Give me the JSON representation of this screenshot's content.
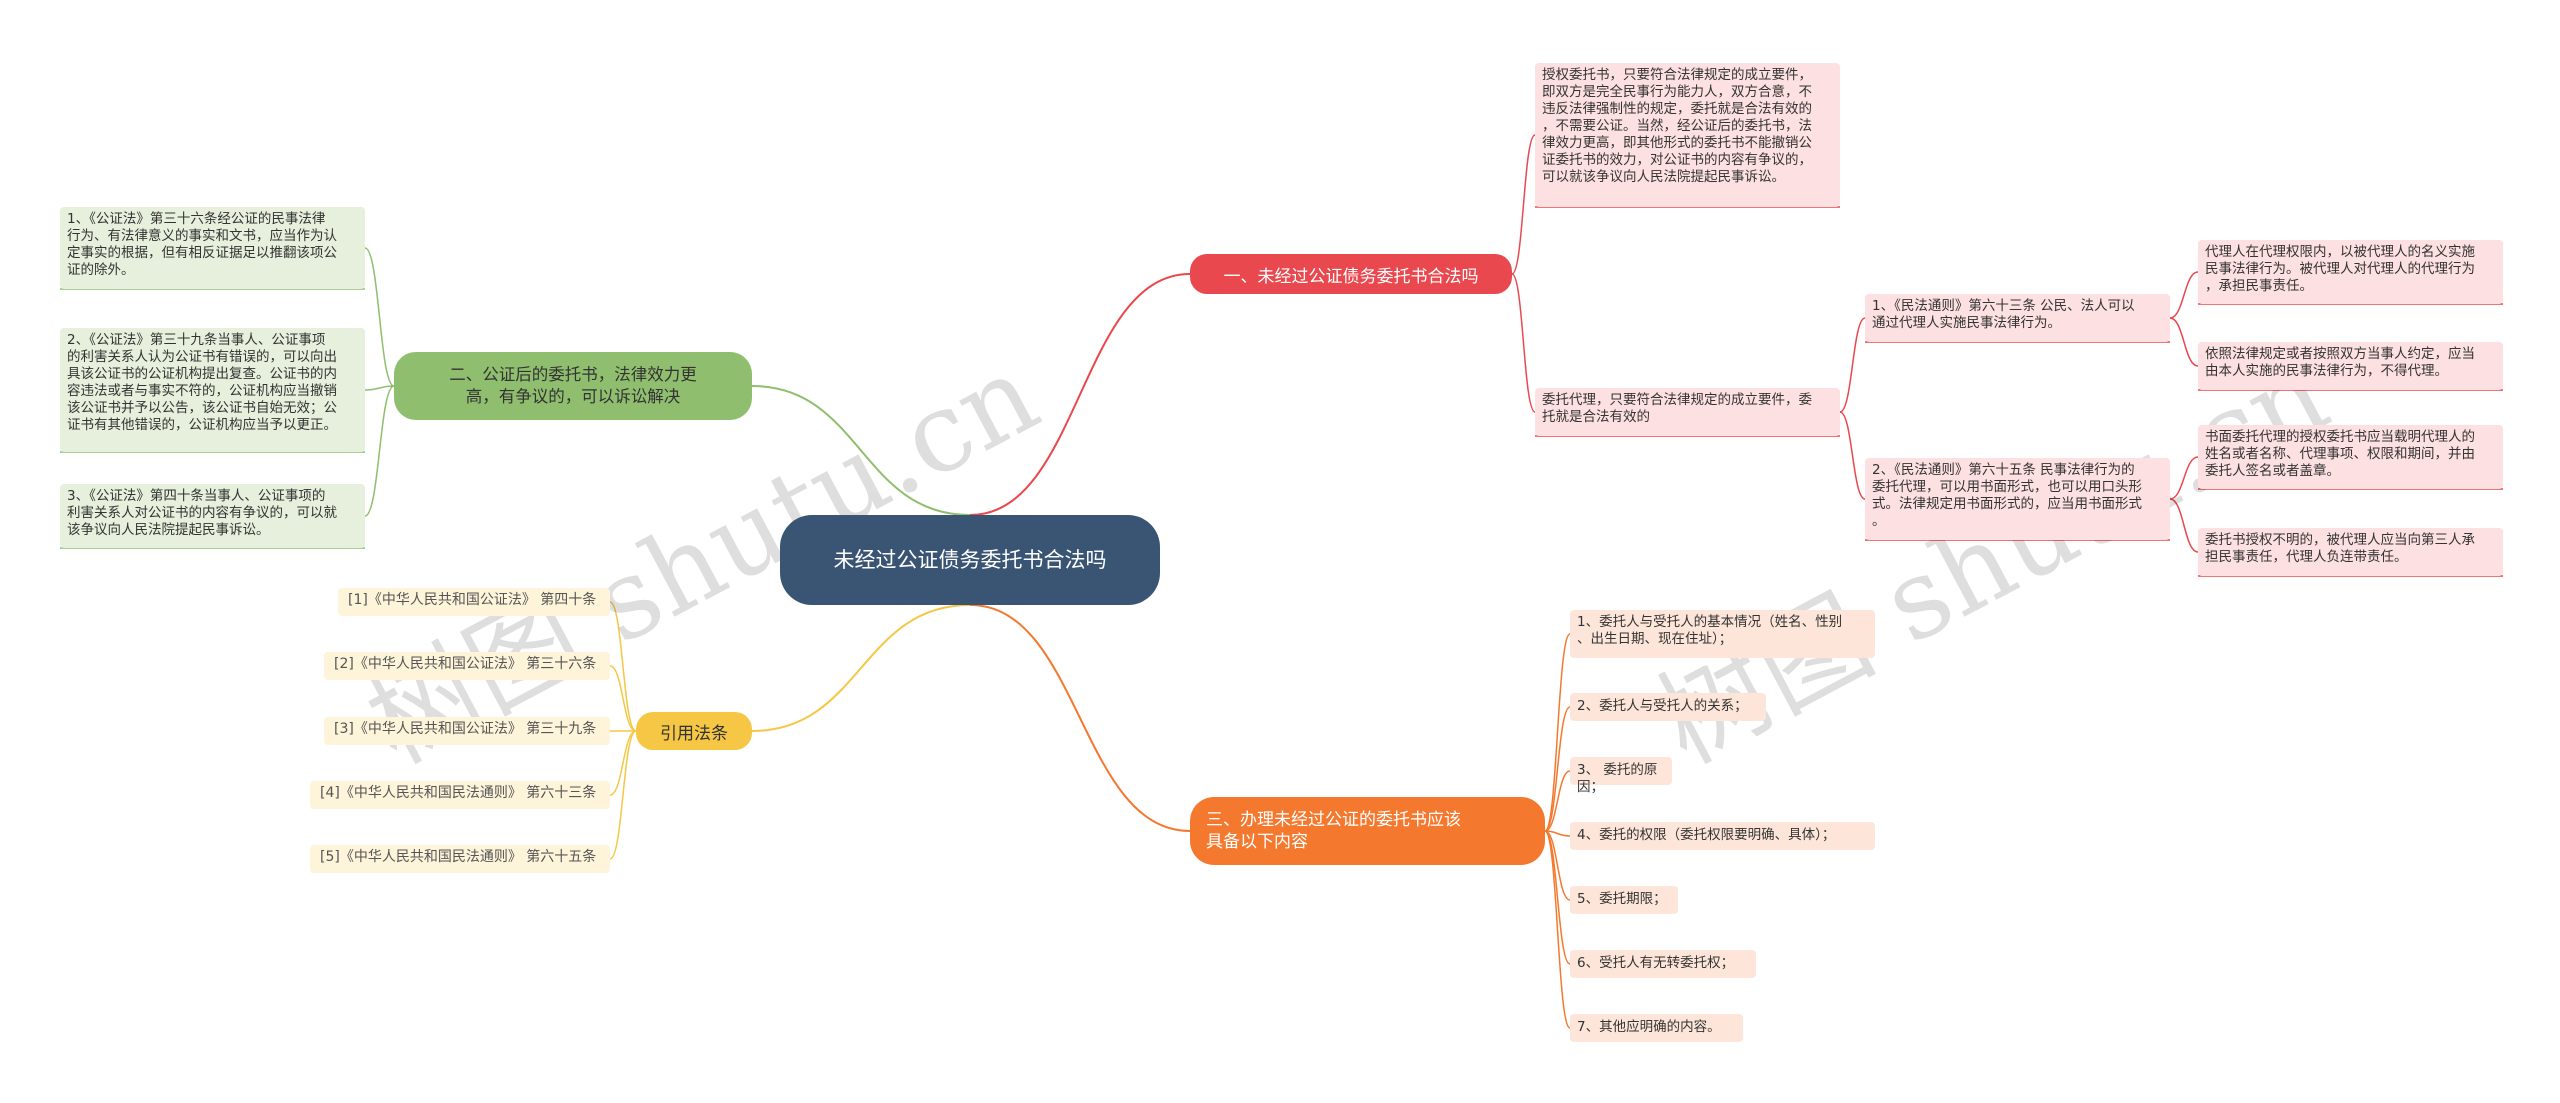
{
  "root": "未经过公证债务委托书合法吗",
  "branch1": {
    "label": "一、未经过公证债务委托书合法吗",
    "leaf_a": [
      "授权委托书，只要符合法律规定的成立要件，",
      "即双方是完全民事行为能力人，双方合意，不",
      "违反法律强制性的规定，委托就是合法有效的",
      "，不需要公证。当然，经公证后的委托书，法",
      "律效力更高，即其他形式的委托书不能撤销公",
      "证委托书的效力，对公证书的内容有争议的，",
      "可以就该争议向人民法院提起民事诉讼。"
    ],
    "leaf_b": [
      "委托代理，只要符合法律规定的成立要件，委",
      "托就是合法有效的"
    ],
    "sub1": [
      "1、《民法通则》第六十三条 公民、法人可以",
      "通过代理人实施民事法律行为。"
    ],
    "sub1_a": [
      "代理人在代理权限内，以被代理人的名义实施",
      "民事法律行为。被代理人对代理人的代理行为",
      "，承担民事责任。"
    ],
    "sub1_b": [
      "依照法律规定或者按照双方当事人约定，应当",
      "由本人实施的民事法律行为，不得代理。"
    ],
    "sub2": [
      "2、《民法通则》第六十五条 民事法律行为的",
      "委托代理，可以用书面形式，也可以用口头形",
      "式。法律规定用书面形式的，应当用书面形式",
      "。"
    ],
    "sub2_a": [
      "书面委托代理的授权委托书应当载明代理人的",
      "姓名或者名称、代理事项、权限和期间，并由",
      "委托人签名或者盖章。"
    ],
    "sub2_b": [
      "委托书授权不明的，被代理人应当向第三人承",
      "担民事责任，代理人负连带责任。"
    ]
  },
  "branch2": {
    "label": [
      "二、公证后的委托书，法律效力更",
      "高，有争议的，可以诉讼解决"
    ],
    "leaves": [
      [
        "1、《公证法》第三十六条经公证的民事法律",
        "行为、有法律意义的事实和文书，应当作为认",
        "定事实的根据，但有相反证据足以推翻该项公",
        "证的除外。"
      ],
      [
        "2、《公证法》第三十九条当事人、公证事项",
        "的利害关系人认为公证书有错误的，可以向出",
        "具该公证书的公证机构提出复查。公证书的内",
        "容违法或者与事实不符的，公证机构应当撤销",
        "该公证书并予以公告，该公证书自始无效；公",
        "证书有其他错误的，公证机构应当予以更正。"
      ],
      [
        "3、《公证法》第四十条当事人、公证事项的",
        "利害关系人对公证书的内容有争议的，可以就",
        "该争议向人民法院提起民事诉讼。"
      ]
    ]
  },
  "branch3": {
    "label": [
      "三、办理未经过公证的委托书应该",
      "具备以下内容"
    ],
    "leaves": [
      [
        "1、委托人与受托人的基本情况（姓名、性别",
        "、出生日期、现在住址）；"
      ],
      [
        "2、委托人与受托人的关系；"
      ],
      [
        "3、 委托的原因；"
      ],
      [
        "4、委托的权限（委托权限要明确、具体）；"
      ],
      [
        "5、委托期限；"
      ],
      [
        "6、受托人有无转委托权；"
      ],
      [
        "7、其他应明确的内容。"
      ]
    ]
  },
  "branch4": {
    "label": "引用法条",
    "leaves": [
      "[1]《中华人民共和国公证法》 第四十条",
      "[2]《中华人民共和国公证法》 第三十六条",
      "[3]《中华人民共和国公证法》 第三十九条",
      "[4]《中华人民共和国民法通则》 第六十三条",
      "[5]《中华人民共和国民法通则》 第六十五条"
    ]
  },
  "watermark": [
    "树图 shutu.cn",
    "树图 shutu.cn"
  ],
  "colors": {
    "root": "#3a5573",
    "branch1": "#e8484e",
    "branch2": "#8fbe6e",
    "branch3": "#f4792f",
    "branch4": "#f5c744"
  }
}
